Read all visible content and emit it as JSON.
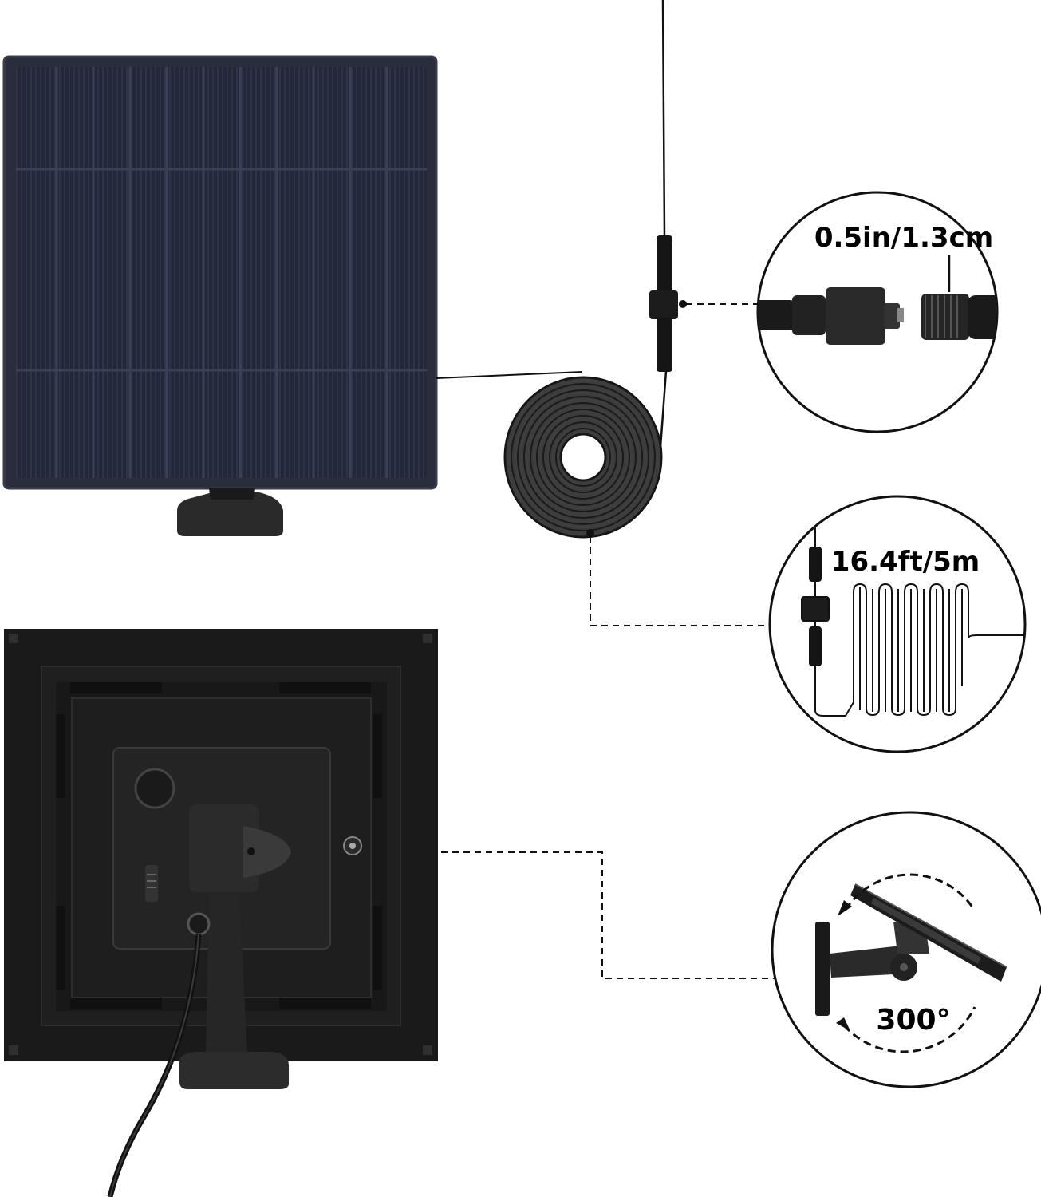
{
  "callouts": {
    "connector": {
      "label": "0.5in/1.3cm"
    },
    "cable": {
      "label": "16.4ft/5m"
    },
    "rotation": {
      "label": "300°"
    }
  },
  "colors": {
    "panel_front": "#1f2233",
    "panel_cell": "#262a3c",
    "panel_back": "#1a1a1a",
    "cable": "#111111",
    "background": "#ffffff"
  },
  "icons": [
    "solar-panel-front",
    "solar-panel-back",
    "mounting-bracket",
    "coiled-cable",
    "waterproof-connector",
    "rotation-arrow"
  ]
}
